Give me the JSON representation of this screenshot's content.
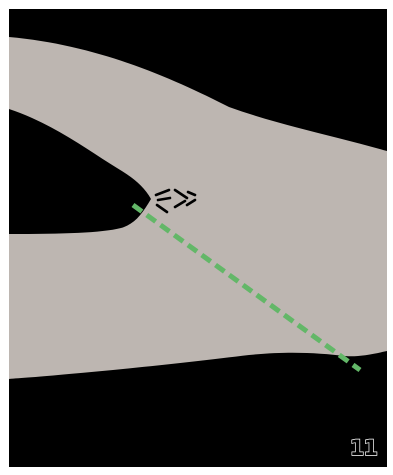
{
  "figure": {
    "number": "11"
  },
  "colors": {
    "background": "#000000",
    "tissue": "#bdb6b1",
    "cut_line": "#63b768",
    "frame": "#ffffff",
    "marks": "#000000"
  },
  "elements": {
    "cut_line_style": "dashed",
    "arrowhead_mark_count": 5
  }
}
